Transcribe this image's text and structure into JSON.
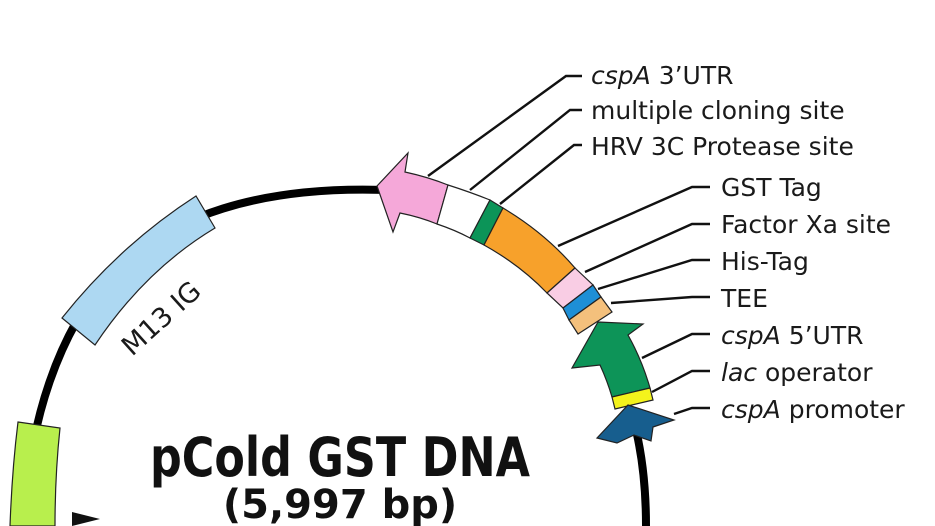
{
  "map": {
    "title": "pCold GST DNA",
    "size": "(5,997 bp)",
    "m13_label": "M13 IG"
  },
  "labels": [
    {
      "italic": "cspA",
      "text": " 3’UTR"
    },
    {
      "italic": "",
      "text": "multiple cloning site"
    },
    {
      "italic": "",
      "text": "HRV 3C Protease site"
    },
    {
      "italic": "",
      "text": "GST Tag"
    },
    {
      "italic": "",
      "text": "Factor Xa site"
    },
    {
      "italic": "",
      "text": "His-Tag"
    },
    {
      "italic": "",
      "text": "TEE"
    },
    {
      "italic": "cspA",
      "text": " 5’UTR"
    },
    {
      "italic": "lac",
      "text": " operator"
    },
    {
      "italic": "cspA",
      "text": " promoter"
    }
  ],
  "colors": {
    "cspA_3utr": "#f5a8d9",
    "mcs": "#ffffff",
    "hrv3c": "#0c9458",
    "gst": "#f7a12b",
    "factor_xa": "#f9cde4",
    "his_tag": "#1e8fd6",
    "tee": "#f4c07c",
    "cspA_5utr": "#0d9458",
    "lac_operator": "#f4f31c",
    "cspA_promoter": "#175e8e",
    "m13": "#add8f2",
    "lime": "#b8ef4d"
  }
}
